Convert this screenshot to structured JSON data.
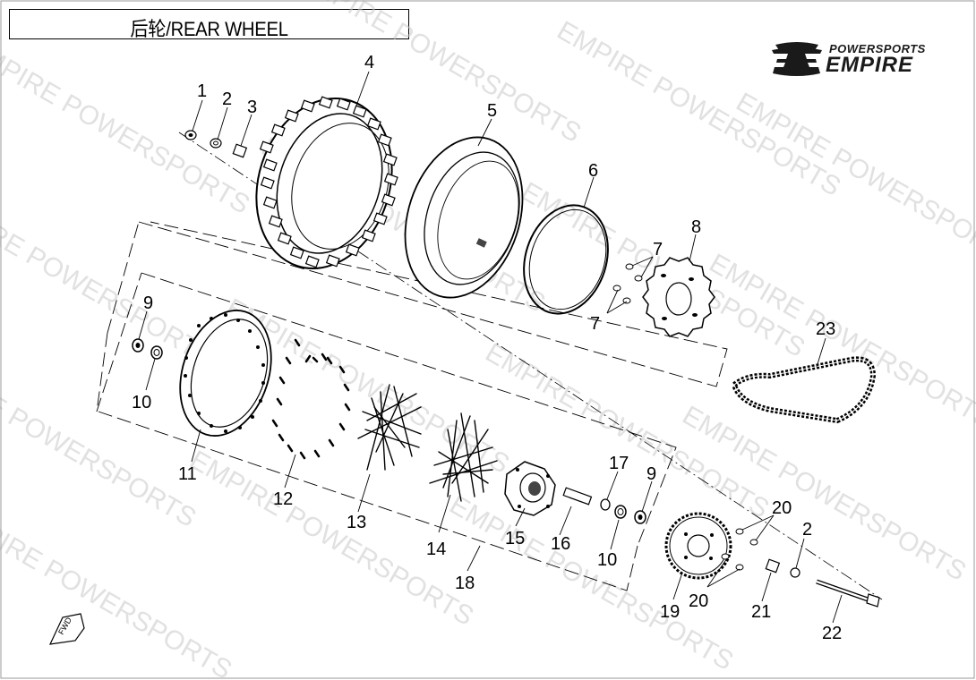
{
  "title": "后轮/REAR WHEEL",
  "logo": {
    "line1": "POWERSPORTS",
    "line2": "EMPIRE",
    "icon": "empire-emblem-icon"
  },
  "watermark": "EMPIRE POWERSPORTS",
  "fwd_label": "FWD",
  "callouts": {
    "c1": "1",
    "c2a": "2",
    "c3": "3",
    "c4": "4",
    "c5": "5",
    "c6": "6",
    "c7a": "7",
    "c7b": "7",
    "c8": "8",
    "c9a": "9",
    "c9b": "9",
    "c10a": "10",
    "c10b": "10",
    "c11": "11",
    "c12": "12",
    "c13": "13",
    "c14": "14",
    "c15": "15",
    "c16": "16",
    "c17": "17",
    "c18": "18",
    "c19": "19",
    "c20a": "20",
    "c20b": "20",
    "c21": "21",
    "c2b": "2",
    "c22": "22",
    "c23": "23"
  }
}
